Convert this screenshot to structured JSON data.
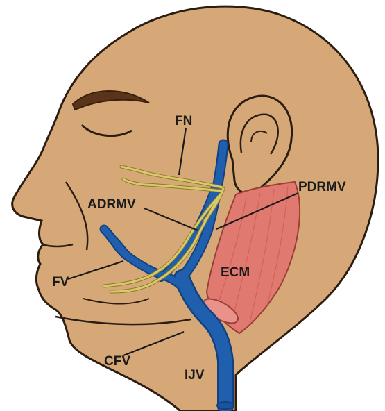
{
  "labels": {
    "fn": "FN",
    "adrmv": "ADRMV",
    "pdrmv": "PDRMV",
    "fv": "FV",
    "ecm": "ECM",
    "cfv": "CFV",
    "ijv": "IJV"
  },
  "colors": {
    "skin": "#d6a878",
    "skin_outline": "#2b1d12",
    "vein": "#1f5fae",
    "vein_dark": "#12417f",
    "nerve": "#d8c96a",
    "nerve_outline": "#8a7a2a",
    "muscle": "#e07a70",
    "muscle_outline": "#9a3e36",
    "eyebrow": "#5a3418",
    "line": "#1a1a1a"
  }
}
